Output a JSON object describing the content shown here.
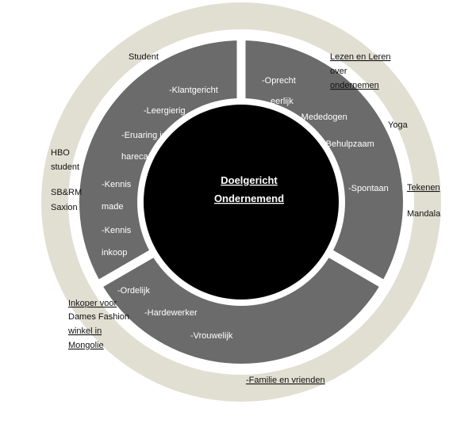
{
  "colors": {
    "outer_ring": "#e1dfd2",
    "segments": "#6b6b6b",
    "core": "#000000",
    "gap": "#ffffff",
    "spell_underline": "#cc2222"
  },
  "core": {
    "line1": "Doelgericht",
    "line2": "Ondernemend"
  },
  "segments": {
    "left": [
      "-Klantgericht",
      "-Leergierig",
      "-Eruaring in",
      "hareca",
      "-Kennis",
      "made",
      "-Kennis",
      "inkoop"
    ],
    "right": [
      "-Oprecht",
      "eerlijk",
      "-Mededogen",
      "-Behulpzaam",
      "-Spontaan"
    ],
    "bottom": [
      "-Ordelijk",
      "-Hardewerker",
      "-Vrouwelijk"
    ]
  },
  "outer": {
    "student": "Student",
    "hbo_student": [
      "HBO",
      "student"
    ],
    "sbrm_saxion": [
      "SB&RM",
      "Saxion"
    ],
    "lezen": [
      "Lezen en Leren",
      "over",
      "ondernemen"
    ],
    "yoga": "Yoga",
    "tekenen": "Tekenen",
    "mandala": "Mandala",
    "inkoper": [
      "Inkoper voor",
      "Dames Fashion",
      "winkel in",
      "Mongolie"
    ],
    "familie": "-Familie en vrienden"
  }
}
